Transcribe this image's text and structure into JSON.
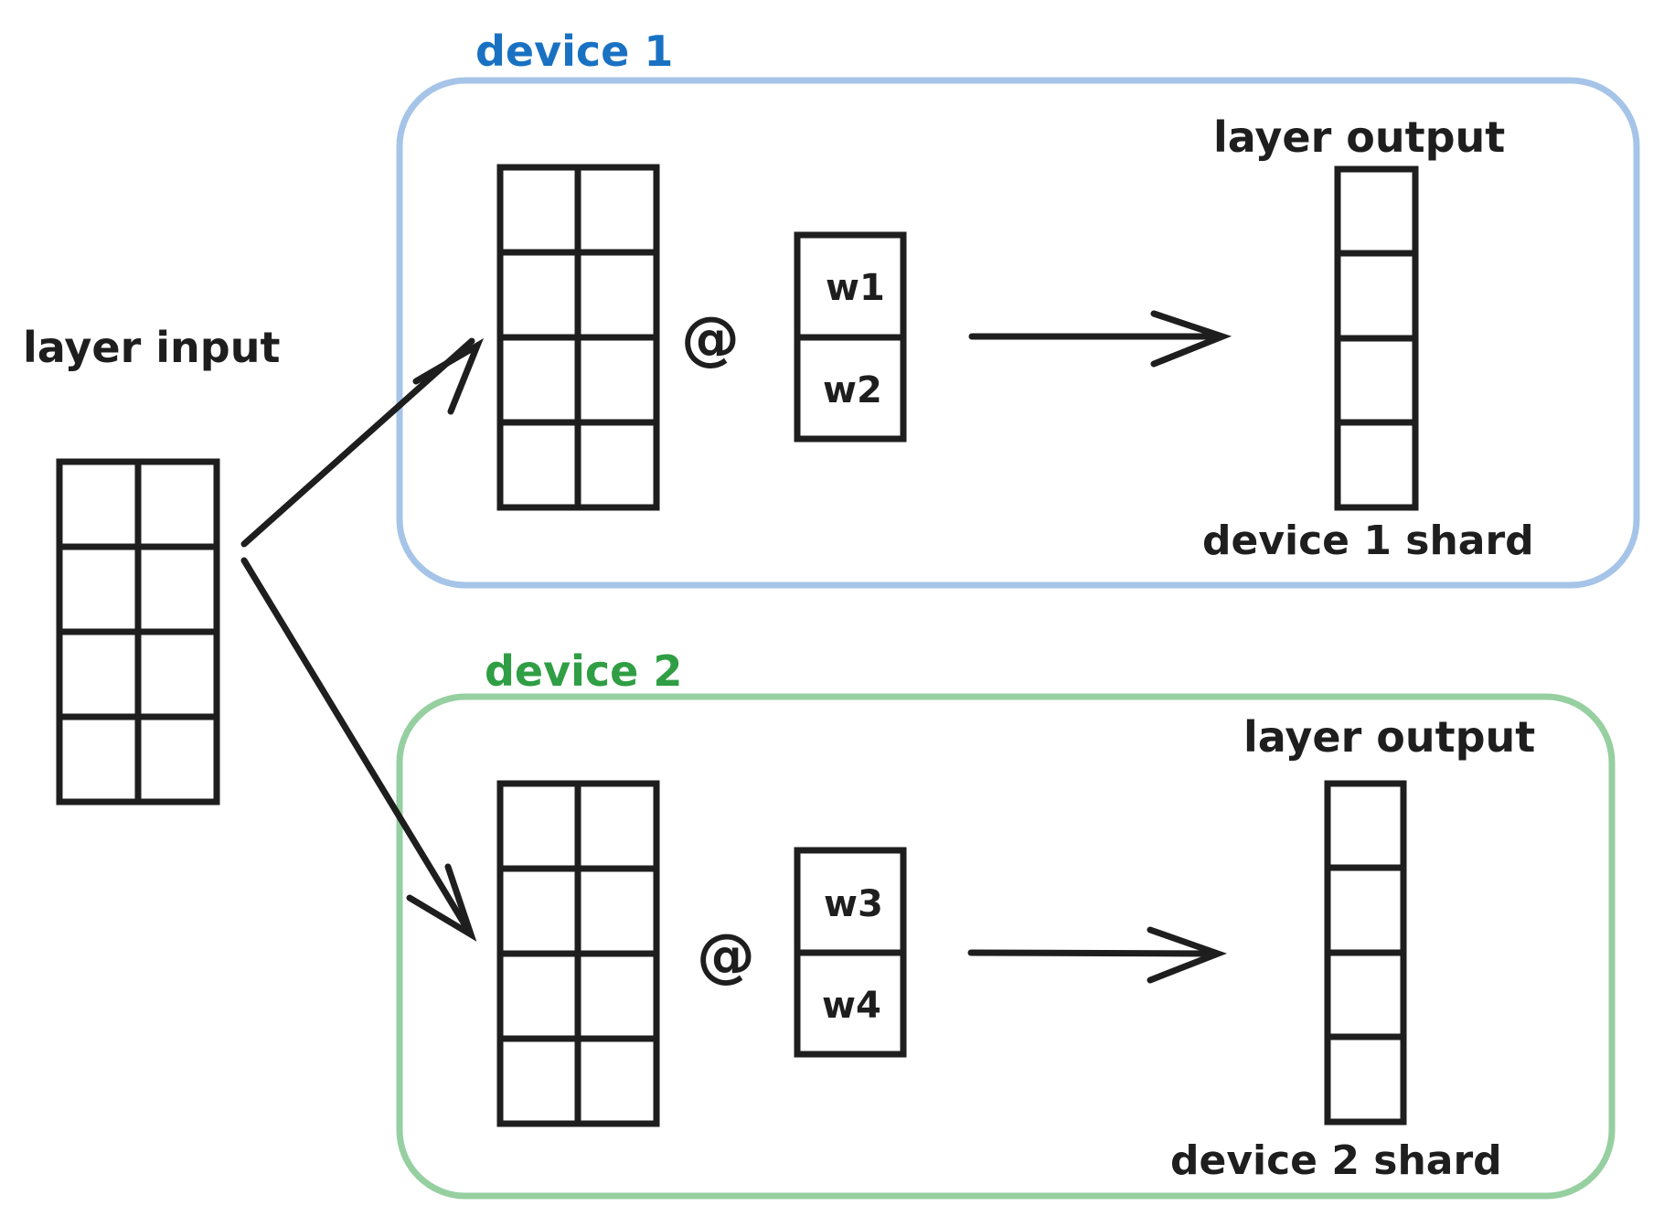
{
  "colors": {
    "ink": "#1e1e1e",
    "device1_accent": "#1971c2",
    "device1_border": "#a5c4e8",
    "device2_accent": "#2f9e44",
    "device2_border": "#96cfa0"
  },
  "input": {
    "label": "layer input"
  },
  "device1": {
    "title": "device 1",
    "matmul_symbol": "@",
    "weights": [
      "w1",
      "w2"
    ],
    "output_label": "layer output",
    "shard_label": "device 1 shard"
  },
  "device2": {
    "title": "device 2",
    "matmul_symbol": "@",
    "weights": [
      "w3",
      "w4"
    ],
    "output_label": "layer output",
    "shard_label": "device 2 shard"
  }
}
